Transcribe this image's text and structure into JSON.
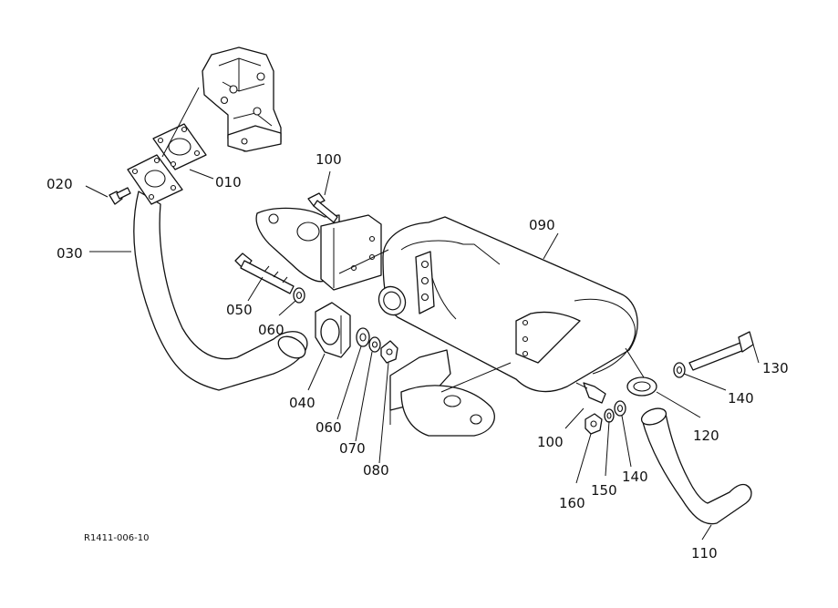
{
  "reference_code": "R1411-006-10",
  "parts": {
    "p010": "010",
    "p020": "020",
    "p030": "030",
    "p040": "040",
    "p050": "050",
    "p060a": "060",
    "p060b": "060",
    "p070": "070",
    "p080": "080",
    "p090": "090",
    "p100a": "100",
    "p100b": "100",
    "p110": "110",
    "p120": "120",
    "p130": "130",
    "p140a": "140",
    "p140b": "140",
    "p150": "150",
    "p160": "160"
  }
}
